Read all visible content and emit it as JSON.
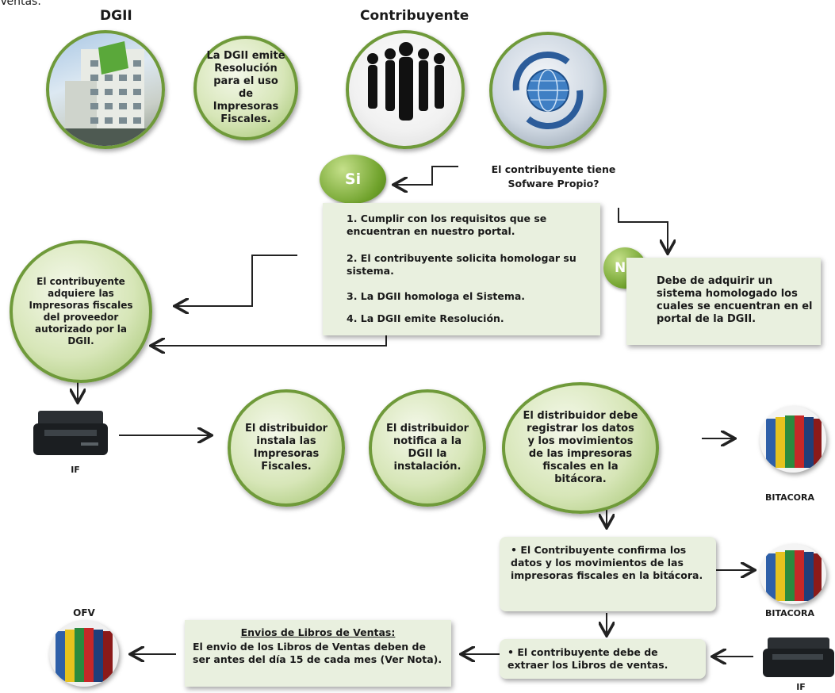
{
  "top_cut_text": "Ventas.",
  "headers": {
    "dgii": "DGII",
    "contribuyente": "Contribuyente"
  },
  "steps": {
    "dgii_resolution": "La DGII emite Resolución para el uso de Impresoras Fiscales.",
    "question": "El contribuyente tiene Sofware Propio?",
    "si_badge": "Si",
    "si_items": [
      "1. Cumplir con los requisitos que se encuentran en nuestro portal.",
      "2. El contribuyente solicita homologar su sistema.",
      "3. La DGII homologa el Sistema.",
      "4. La DGII emite Resolución."
    ],
    "no_badge": "No",
    "no_text": "Debe de adquirir un sistema homologado los cuales se encuentran en el portal de la DGII.",
    "acquire": "El contribuyente adquiere las Impresoras fiscales del proveedor autorizado por la DGII.",
    "install": "El distribuidor instala las Impresoras Fiscales.",
    "notify": "El distribuidor notifica a la DGII la instalación.",
    "register": "El distribuidor debe registrar los datos y los movimientos de las impresoras fiscales en la bitácora.",
    "confirm": "• El Contribuyente confirma los datos y los movimientos de las impresoras fiscales en la bitácora.",
    "extract": "• El contribuyente debe de extraer los Libros de ventas.",
    "envios_title": "Envios de Libros de Ventas:",
    "envios_text": "El envio de los Libros de Ventas deben de ser antes del día 15 de cada mes (Ver Nota)."
  },
  "labels": {
    "if1": "IF",
    "bitacora1": "BITACORA",
    "bitacora2": "BITACORA",
    "if2": "IF",
    "ofv": "OFV"
  },
  "colors": {
    "green_border": "#6f9a3a",
    "box_bg": "#e9f0df"
  }
}
